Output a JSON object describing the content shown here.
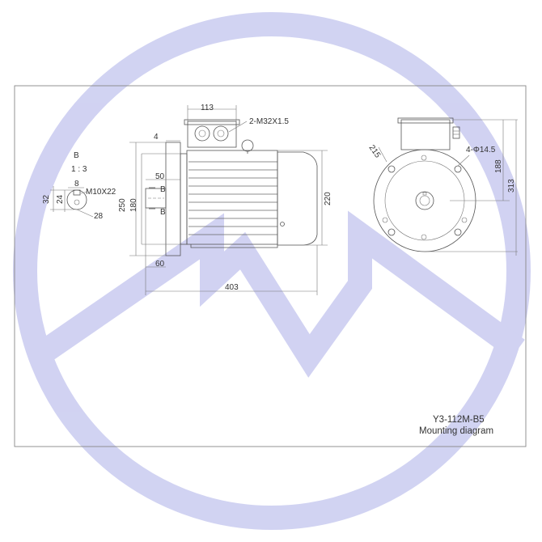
{
  "colors": {
    "watermark": "#c9cbf0",
    "line": "#555555",
    "text": "#333333"
  },
  "watermark": {
    "icon": "mountain-logo-watermark"
  },
  "side_view": {
    "dims": {
      "top_width": "113",
      "cable_gland": "2-M32X1.5",
      "flange_thickness": "4",
      "spigot_depth": "50",
      "flange_dia": "250",
      "spigot_dia": "180",
      "height_dia": "220",
      "shaft_length": "60",
      "overall_length": "403"
    },
    "section_marks": [
      "B",
      "B"
    ]
  },
  "shaft_detail": {
    "section": "B",
    "scale": "1 : 3",
    "key_width": "8",
    "thread": "M10X22",
    "height_32": "32",
    "shaft_dia": "24",
    "shaft_height": "28"
  },
  "end_view": {
    "dims": {
      "pcd": "215",
      "holes": "4-Φ14.5",
      "height_188": "188",
      "height_313": "313"
    }
  },
  "title_block": {
    "model": "Y3-112M-B5",
    "caption": "Mounting diagram"
  }
}
